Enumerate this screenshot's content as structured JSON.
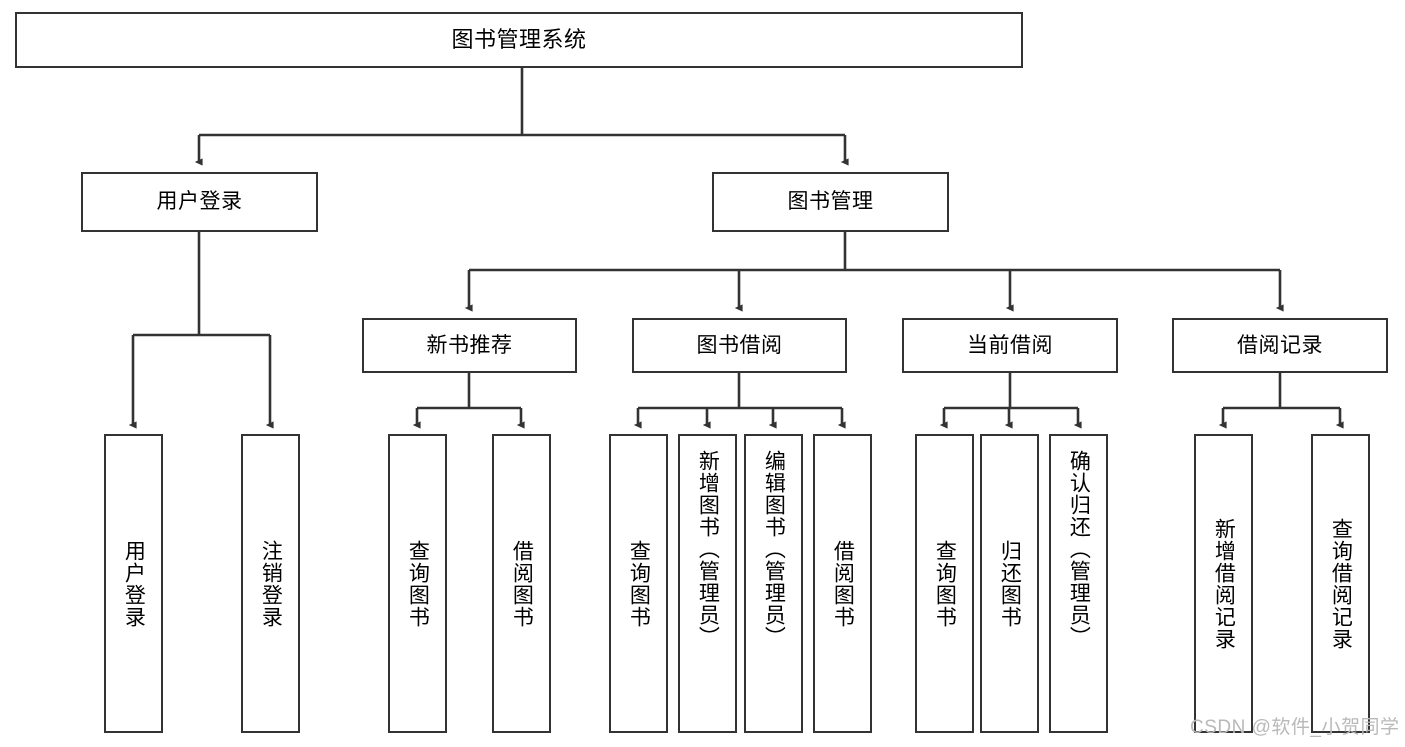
{
  "diagram": {
    "type": "tree-hierarchy",
    "title": "图书管理系统",
    "watermark": "CSDN @软件_小贺同学",
    "colors": {
      "box_border": "#333333",
      "box_fill": "#ffffff",
      "edge": "#333333",
      "text": "#000000",
      "watermark": "#b9b9b9",
      "page_background": "#ffffff"
    },
    "nodes": {
      "root": {
        "label": "图书管理系统",
        "orientation": "horizontal"
      },
      "level2": [
        {
          "label": "用户登录",
          "orientation": "horizontal"
        },
        {
          "label": "图书管理",
          "orientation": "horizontal"
        }
      ],
      "level3": [
        {
          "label": "新书推荐",
          "orientation": "horizontal"
        },
        {
          "label": "图书借阅",
          "orientation": "horizontal"
        },
        {
          "label": "当前借阅",
          "orientation": "horizontal"
        },
        {
          "label": "借阅记录",
          "orientation": "horizontal"
        }
      ],
      "leaves_user_login": [
        {
          "label": "用户登录",
          "orientation": "vertical"
        },
        {
          "label": "注销登录",
          "orientation": "vertical"
        }
      ],
      "leaves_new_book": [
        {
          "label": "查询图书",
          "orientation": "vertical"
        },
        {
          "label": "借阅图书",
          "orientation": "vertical"
        }
      ],
      "leaves_borrow": [
        {
          "label": "查询图书",
          "orientation": "vertical"
        },
        {
          "label": "新增图书（管理员）",
          "orientation": "vertical"
        },
        {
          "label": "编辑图书（管理员）",
          "orientation": "vertical"
        },
        {
          "label": "借阅图书",
          "orientation": "vertical"
        }
      ],
      "leaves_current": [
        {
          "label": "查询图书",
          "orientation": "vertical"
        },
        {
          "label": "归还图书",
          "orientation": "vertical"
        },
        {
          "label": "确认归还（管理员）",
          "orientation": "vertical"
        }
      ],
      "leaves_records": [
        {
          "label": "新增借阅记录",
          "orientation": "vertical"
        },
        {
          "label": "查询借阅记录",
          "orientation": "vertical"
        }
      ]
    }
  }
}
